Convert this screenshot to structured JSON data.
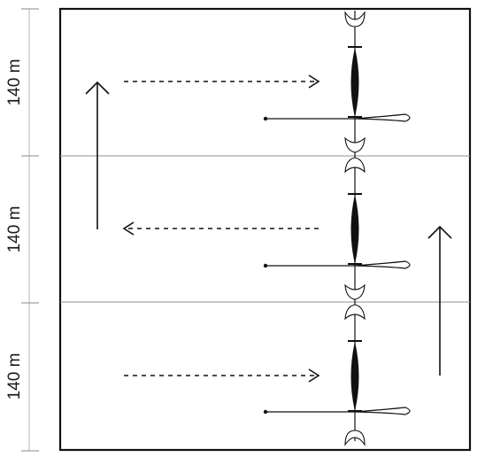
{
  "dimension_labels": [
    "140 m",
    "140 m",
    "140 m"
  ],
  "colors": {
    "frame": "#111111",
    "divider": "#8f8f8f",
    "ruler": "#b5b5b5",
    "background": "#ffffff"
  },
  "sections": [
    {
      "dashed_flow_direction": "right",
      "solid_arrow": "up-left"
    },
    {
      "dashed_flow_direction": "left",
      "solid_arrow": "up-right"
    },
    {
      "dashed_flow_direction": "right",
      "solid_arrow": "none"
    }
  ]
}
